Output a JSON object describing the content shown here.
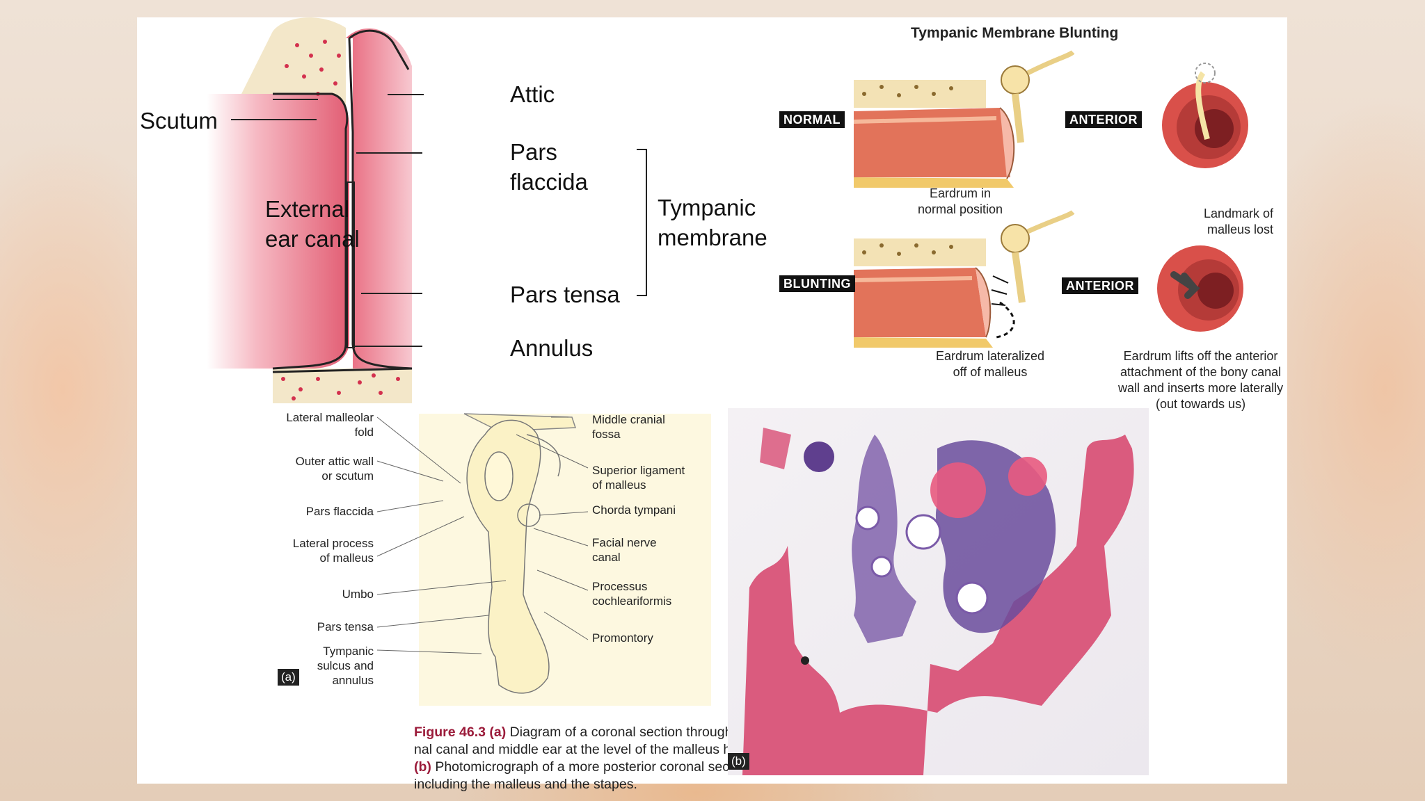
{
  "top_diagram": {
    "scutum": "Scutum",
    "attic": "Attic",
    "pars_flaccida": "Pars\nflaccida",
    "external_ear_canal": "External\near canal",
    "tympanic_membrane": "Tympanic\nmembrane",
    "pars_tensa": "Pars tensa",
    "annulus": "Annulus"
  },
  "blunting": {
    "title": "Tympanic Membrane Blunting",
    "normal_tag": "NORMAL",
    "anterior_tag_1": "ANTERIOR",
    "normal_caption": "Eardrum in\nnormal position",
    "landmark_caption": "Landmark of\nmalleus lost",
    "blunting_tag": "BLUNTING",
    "anterior_tag_2": "ANTERIOR",
    "lateralized_caption": "Eardrum lateralized\noff of malleus",
    "lifts_caption": "Eardrum lifts off the anterior\nattachment of the bony canal\nwall and inserts more laterally\n(out towards us)"
  },
  "figure_a": {
    "left_labels": [
      "Lateral malleolar\nfold",
      "Outer attic wall\nor scutum",
      "Pars flaccida",
      "Lateral process\nof malleus",
      "Umbo",
      "Pars tensa",
      "Tympanic\nsulcus and\nannulus"
    ],
    "right_labels": [
      "Middle cranial\nfossa",
      "Superior ligament\nof malleus",
      "Chorda tympani",
      "Facial nerve\ncanal",
      "Processus\ncochleariformis",
      "Promontory"
    ],
    "plate_label": "(a)"
  },
  "figure_b": {
    "plate_label": "(b)"
  },
  "caption": {
    "figure_num": "Figure 46.3",
    "part_a": "(a)",
    "text_a": " Diagram of a coronal section through the exter-\nnal canal and middle ear at the level of the malleus handle.",
    "part_b": "(b)",
    "text_b": " Photomicrograph of a more posterior coronal section,\nincluding the malleus and the stapes."
  },
  "colors": {
    "canal_red": "#e8677a",
    "bone": "#f3e7c9",
    "bone_dots": "#d3314e",
    "diagram_yellow": "#fbf2c6",
    "caption_accent": "#9b1b3a",
    "histo_pink": "#d84e74",
    "histo_purple": "#6a4c9c"
  }
}
